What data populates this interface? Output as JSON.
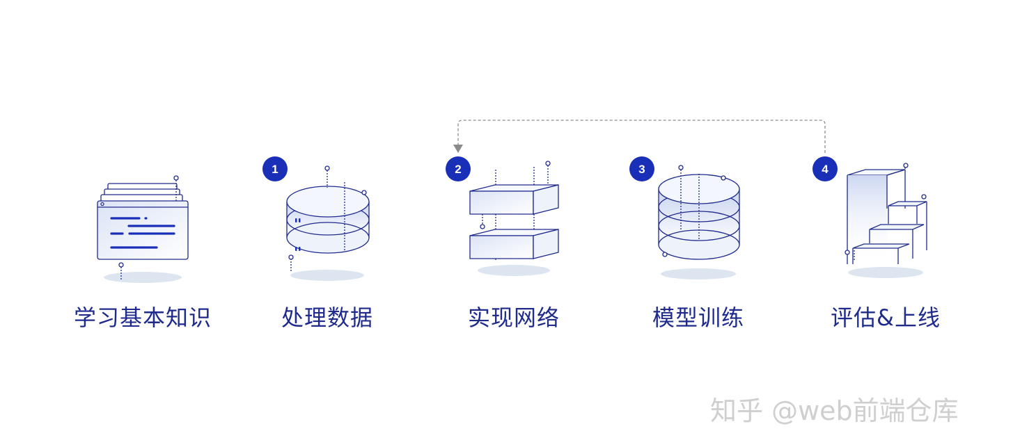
{
  "stages": [
    {
      "label": "学习基本知识",
      "step": ""
    },
    {
      "label": "处理数据",
      "step": "1"
    },
    {
      "label": "实现网络",
      "step": "2"
    },
    {
      "label": "模型训练",
      "step": "3"
    },
    {
      "label": "评估&上线",
      "step": "4"
    }
  ],
  "watermark": "知乎 @web前端仓库",
  "colors": {
    "accent": "#1a2fb8",
    "line": "#1e2a8c",
    "fill_light": "#e3e9f6",
    "shadow": "#dde5f1",
    "connector": "#8a8a8a"
  },
  "icons": [
    "document-stack-icon",
    "data-rings-icon",
    "network-blocks-icon",
    "training-rings-icon",
    "evaluation-bars-icon"
  ]
}
